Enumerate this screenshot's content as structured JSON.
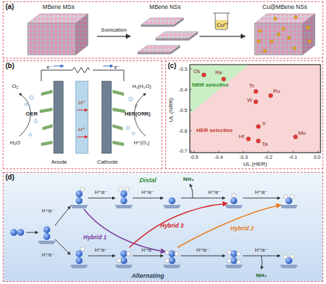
{
  "diagram": {
    "nodes": [
      {
        "text": [
          "(a)"
        ]
      },
      {
        "text": [
          "MBene MSs"
        ],
        "in": 0
      },
      {
        "text": [
          "MBene NSs"
        ],
        "in": 0
      },
      {
        "text": [
          "Cu@MBene NSs"
        ],
        "in": 0
      },
      {
        "text": [
          "(b)"
        ]
      },
      {
        "text": [
          "(c)"
        ]
      },
      {
        "text": [
          "(d)"
        ]
      }
    ],
    "edges": [
      {
        "from": 1,
        "to": 2,
        "arrow": "to",
        "label": "Sonication"
      },
      {
        "from": 2,
        "to": 3,
        "arrow": "to",
        "label": "Cu²⁺"
      }
    ],
    "labels": [
      "e⁻",
      "e⁻",
      "O₂",
      "OER",
      "H₂O",
      "H⁺",
      "H⁺",
      "H₂(H₂O)",
      "HER(ORR)",
      "H⁺(O₂)",
      "Anode",
      "Cathode",
      "NRR selective",
      "HER selective",
      "Os",
      "Re",
      "Tc",
      "Ru",
      "W",
      "Ir",
      "Hf",
      "Ta",
      "Mo",
      "-0.3",
      "-0.4",
      "-0.5",
      "-0.6",
      "-0.7",
      "-0.5",
      "-0.4",
      "-0.3",
      "-0.2",
      "-0.1",
      "0.0",
      "UL (NRR)",
      "UL (HER)",
      "Distal",
      "Hybrid 3",
      "Hybrid 1",
      "Hybrid 2",
      "Alternating",
      "NH₃",
      "NH₃",
      "H⁺/e⁻",
      "H⁺/e⁻",
      "H⁺/e⁻",
      "H⁺/e⁻",
      "H⁺/e⁻",
      "H⁺/e⁻",
      "H⁺/e⁻",
      "H⁺/e⁻",
      "H⁺/e⁻",
      "H⁺/e⁻"
    ]
  }
}
